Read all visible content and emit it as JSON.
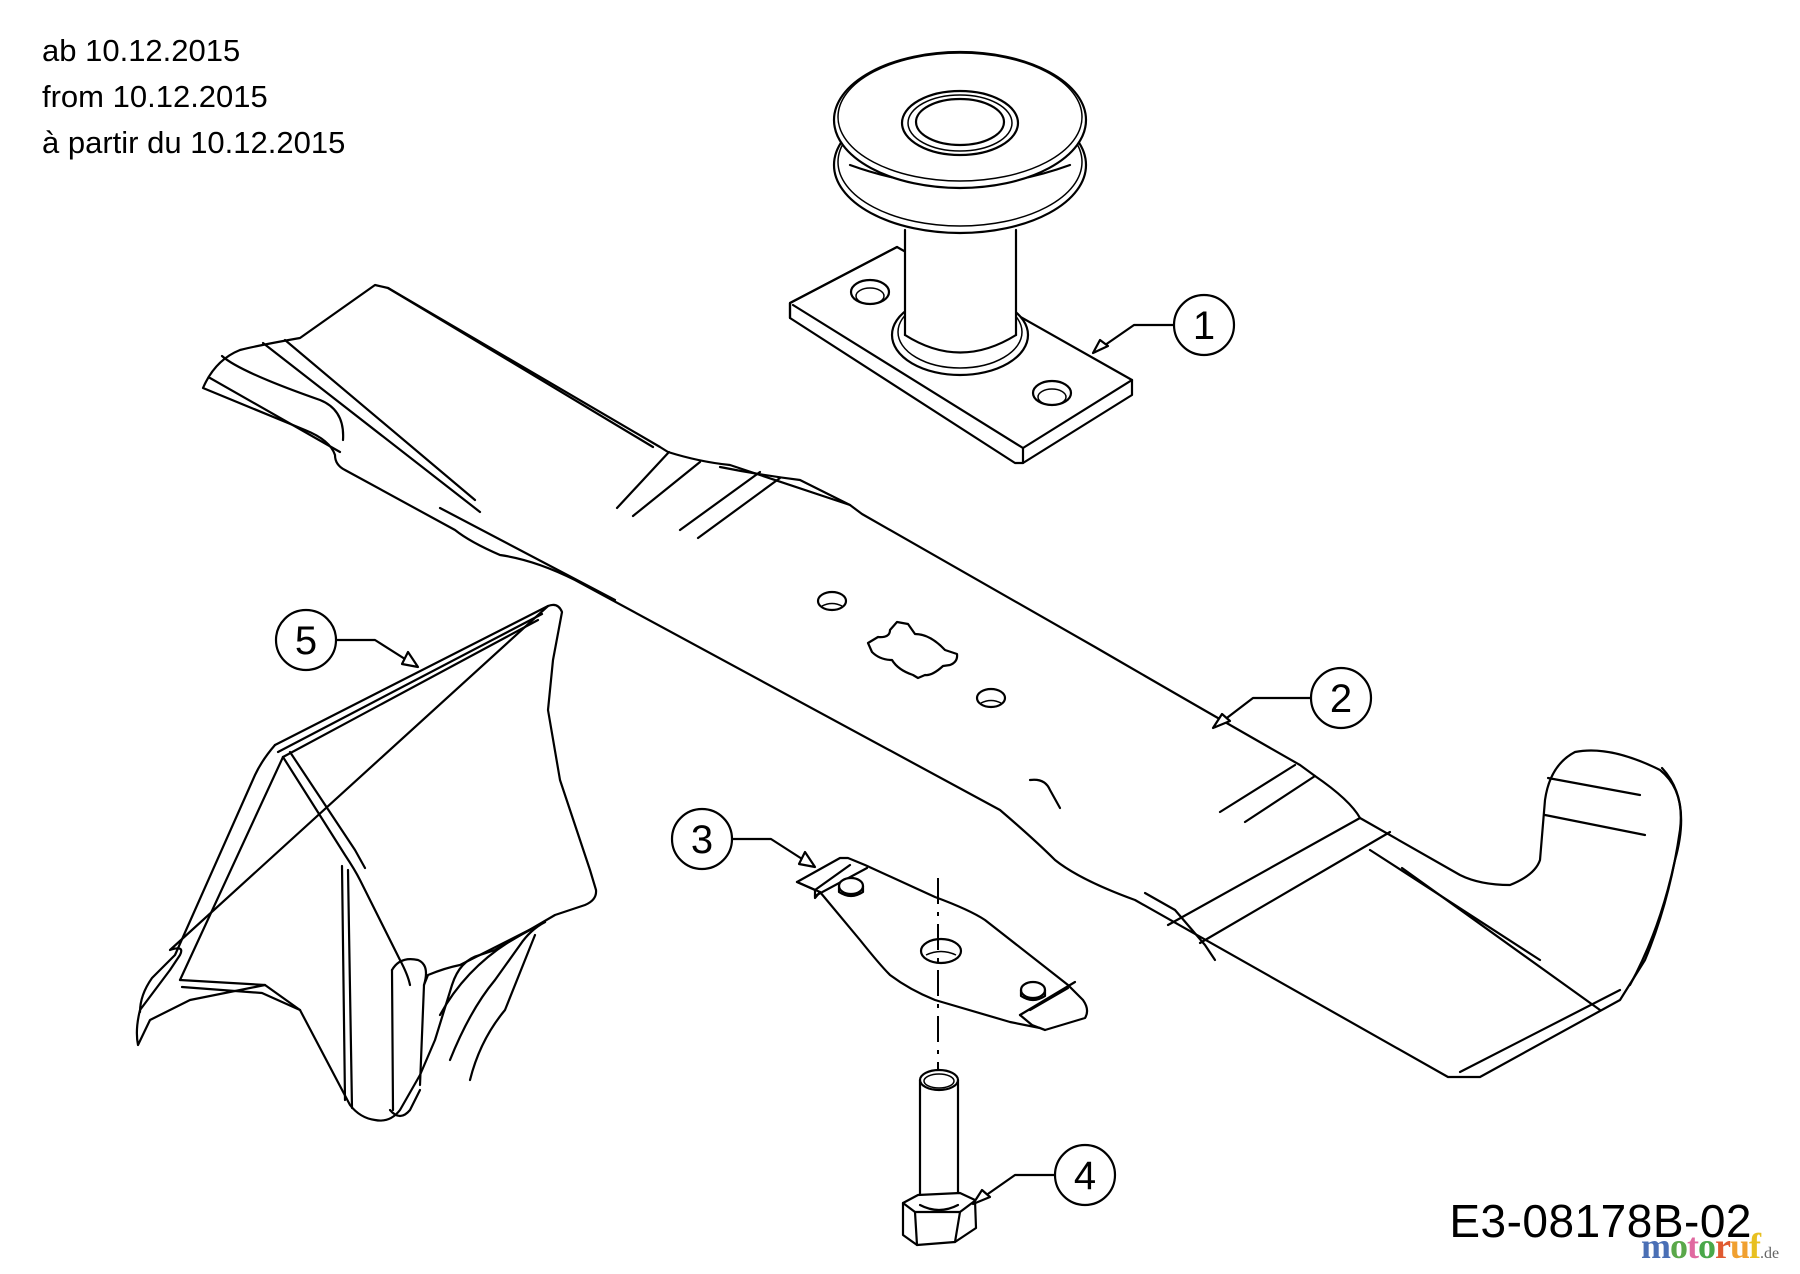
{
  "validity": {
    "line_de": "ab 10.12.2015",
    "line_en": "from 10.12.2015",
    "line_fr": "à partir du 10.12.2015"
  },
  "drawing_number": "E3-08178B-02",
  "callouts": [
    {
      "number": "1",
      "part": "pulley-spindle-assembly"
    },
    {
      "number": "2",
      "part": "mower-blade"
    },
    {
      "number": "3",
      "part": "blade-adapter"
    },
    {
      "number": "4",
      "part": "hex-bolt"
    },
    {
      "number": "5",
      "part": "mulch-plug"
    }
  ],
  "watermark": {
    "letters": [
      {
        "ch": "m",
        "color": "#4a6fb5"
      },
      {
        "ch": "o",
        "color": "#5aa84a"
      },
      {
        "ch": "t",
        "color": "#e06aa0"
      },
      {
        "ch": "o",
        "color": "#4aa84a"
      },
      {
        "ch": "r",
        "color": "#e05a30"
      },
      {
        "ch": "u",
        "color": "#f0a030"
      },
      {
        "ch": "f",
        "color": "#e8c020"
      }
    ],
    "tld": ".de"
  },
  "colors": {
    "background": "#ffffff",
    "line": "#000000"
  }
}
